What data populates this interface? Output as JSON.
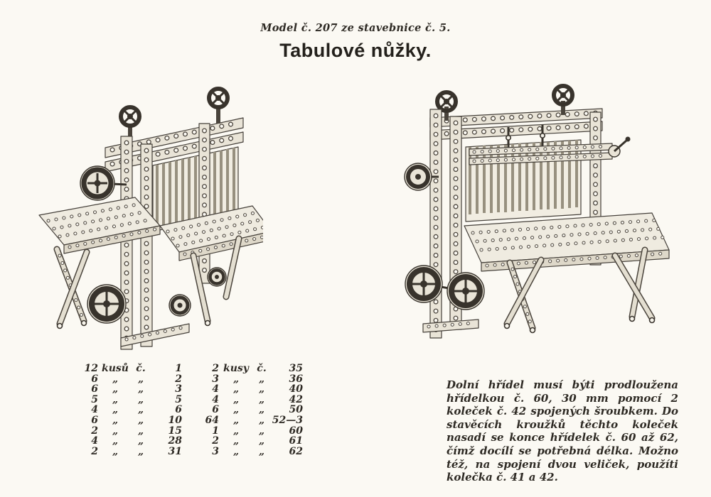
{
  "colors": {
    "paper": "#fbf9f3",
    "ink": "#3b362e"
  },
  "header": {
    "kicker": "Model č. 207 ze stavebnice č. 5.",
    "title": "Tabulové nůžky."
  },
  "parts": {
    "left": [
      {
        "qty": "12",
        "unit": "kusů",
        "mark": "č.",
        "num": "1"
      },
      {
        "qty": "6",
        "unit": "„",
        "mark": "„",
        "num": "2"
      },
      {
        "qty": "6",
        "unit": "„",
        "mark": "„",
        "num": "3"
      },
      {
        "qty": "5",
        "unit": "„",
        "mark": "„",
        "num": "5"
      },
      {
        "qty": "4",
        "unit": "„",
        "mark": "„",
        "num": "6"
      },
      {
        "qty": "6",
        "unit": "„",
        "mark": "„",
        "num": "10"
      },
      {
        "qty": "2",
        "unit": "„",
        "mark": "„",
        "num": "15"
      },
      {
        "qty": "4",
        "unit": "„",
        "mark": "„",
        "num": "28"
      },
      {
        "qty": "2",
        "unit": "„",
        "mark": "„",
        "num": "31"
      }
    ],
    "right": [
      {
        "qty": "2",
        "unit": "kusy",
        "mark": "č.",
        "num": "35"
      },
      {
        "qty": "3",
        "unit": "„",
        "mark": "„",
        "num": "36"
      },
      {
        "qty": "4",
        "unit": "„",
        "mark": "„",
        "num": "40"
      },
      {
        "qty": "4",
        "unit": "„",
        "mark": "„",
        "num": "42"
      },
      {
        "qty": "6",
        "unit": "„",
        "mark": "„",
        "num": "50"
      },
      {
        "qty": "64",
        "unit": "„",
        "mark": "„",
        "num": "52—3"
      },
      {
        "qty": "1",
        "unit": "„",
        "mark": "„",
        "num": "60"
      },
      {
        "qty": "2",
        "unit": "„",
        "mark": "„",
        "num": "61"
      },
      {
        "qty": "3",
        "unit": "„",
        "mark": "„",
        "num": "62"
      }
    ]
  },
  "note": {
    "text": "Dolní hřídel musí býti prodloužena hřídelkou č. 60, 30 mm pomocí 2 koleček č. 42 spojených šroubkem. Do stavěcích kroužků těchto koleček nasadí se konce hřídelek č. 60 až 62, čímž docílí se potřebná délka. Možno též, na spojení dvou veliček, použíti kolečka č. 41 a 42."
  }
}
